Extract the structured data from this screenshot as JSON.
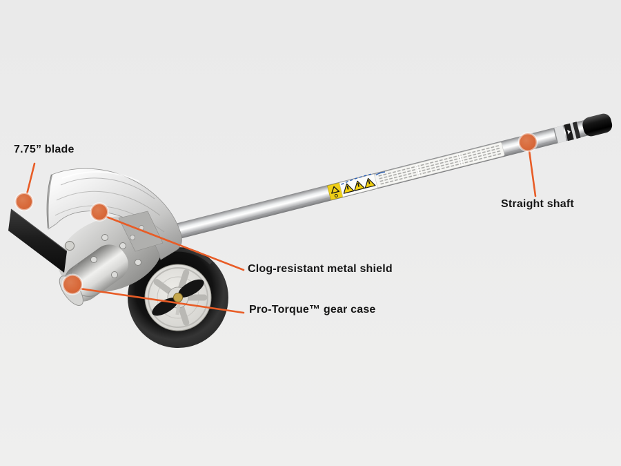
{
  "diagram": {
    "background": "#ececec",
    "accent_dot_color": "#d8693a",
    "callout_line_color": "#e85c26",
    "label_text_color": "#161616"
  },
  "callouts": {
    "blade": {
      "label": "7.75” blade"
    },
    "shield": {
      "label": "Clog-resistant metal shield"
    },
    "gear_case": {
      "label": "Pro-Torque™ gear case"
    },
    "shaft": {
      "label": "Straight shaft"
    }
  }
}
